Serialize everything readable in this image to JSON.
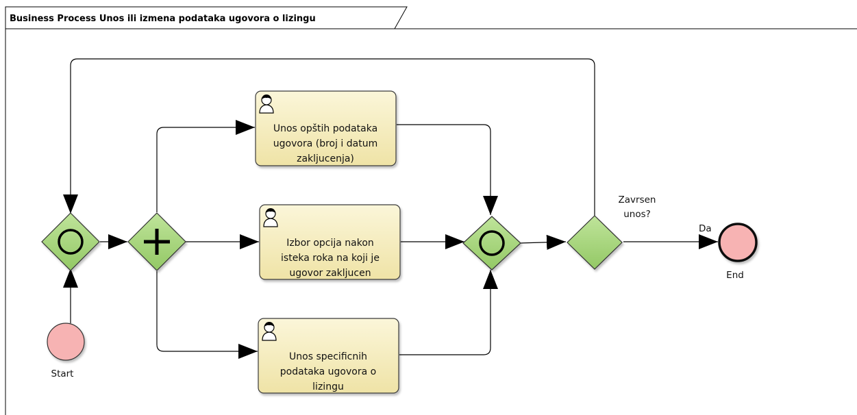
{
  "diagram": {
    "title": "Business Process Unos ili izmena podataka ugovora o lizingu",
    "colors": {
      "task_fill": "#f7f0c4",
      "task_stroke": "#3b3b3b",
      "gateway_fill": "#a9d77c",
      "event_fill": "#f7b3b3",
      "line": "#000000"
    },
    "events": {
      "start": {
        "label": "Start"
      },
      "end": {
        "label": "End"
      }
    },
    "tasks": [
      {
        "lines": [
          "Unos opštih podataka",
          "ugovora (broj i datum",
          "zakljucenja)"
        ],
        "icon": "user-icon"
      },
      {
        "lines": [
          "Izbor opcija nakon",
          "isteka roka na koji je",
          "ugovor zakljucen"
        ],
        "icon": "user-icon"
      },
      {
        "lines": [
          "Unos specificnih",
          "podataka ugovora o",
          "lizingu"
        ],
        "icon": "user-icon"
      }
    ],
    "gateways": {
      "merge": {
        "type": "inclusive"
      },
      "split": {
        "type": "parallel"
      },
      "join": {
        "type": "inclusive"
      },
      "decision": {
        "lines": [
          "Zavrsen",
          "unos?"
        ]
      }
    },
    "flow_labels": {
      "yes": "Da"
    }
  }
}
